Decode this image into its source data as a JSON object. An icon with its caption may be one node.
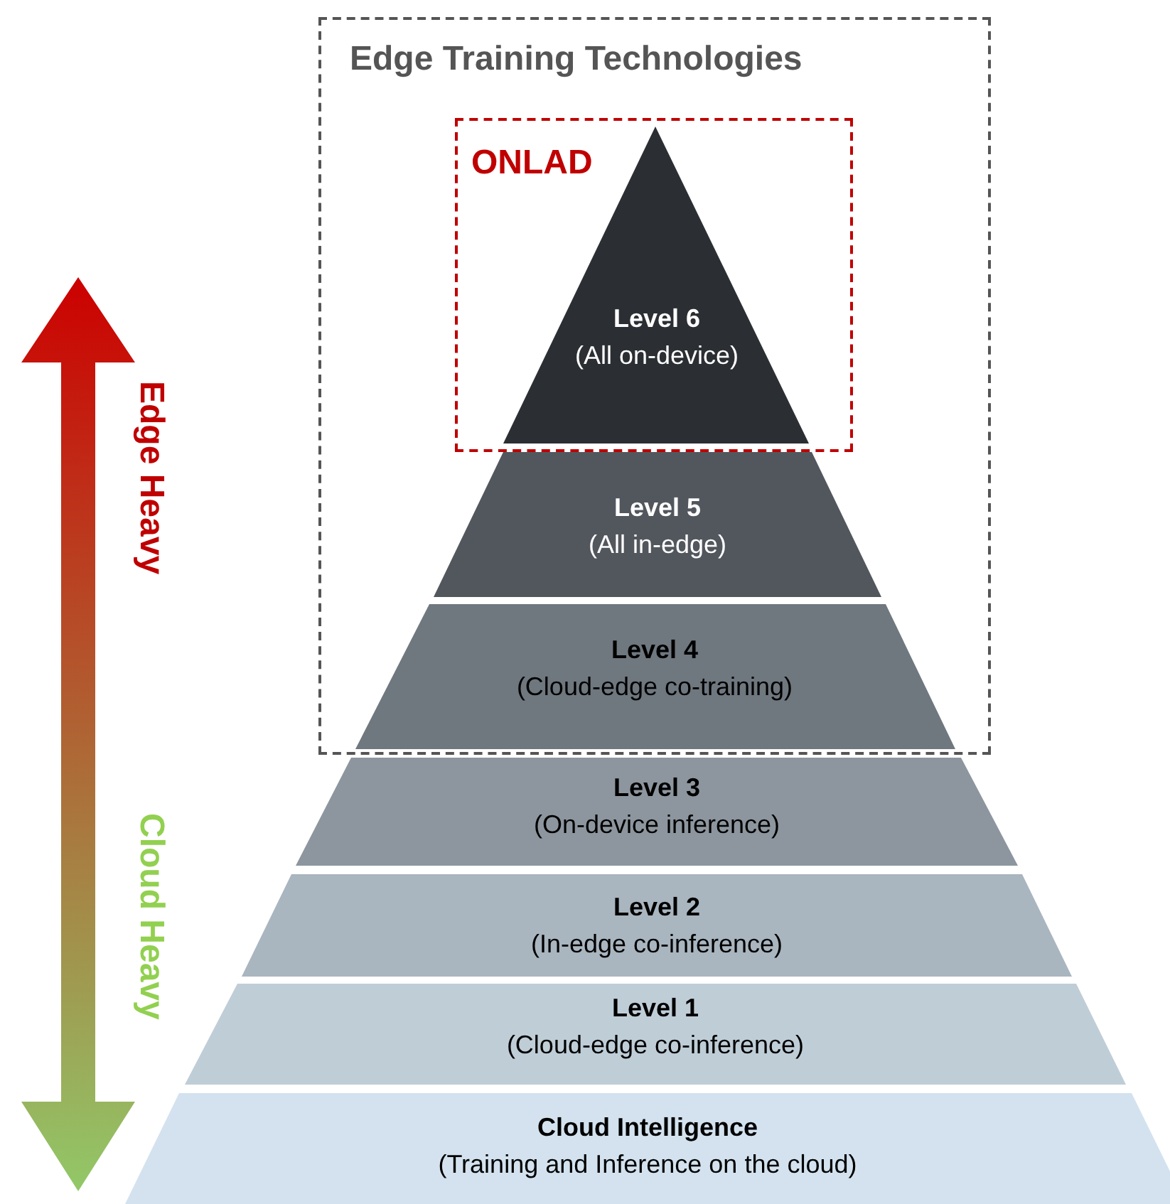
{
  "diagram": {
    "nodes": [
      {
        "text": [
          "Edge Training Technologies"
        ]
      },
      {
        "text": [
          "ONLAD"
        ],
        "in": 0
      },
      {
        "text": [
          "Level 6",
          "(All on-device)"
        ],
        "in": 1
      },
      {
        "text": [
          "Level 5",
          "(All in-edge)"
        ],
        "in": 0
      },
      {
        "text": [
          "Level 4",
          "(Cloud-edge co-training)"
        ],
        "in": 0
      },
      {
        "text": [
          "Level 3",
          "(On-device inference)"
        ]
      },
      {
        "text": [
          "Level 2",
          "(In-edge co-inference)"
        ]
      },
      {
        "text": [
          "Level 1",
          "(Cloud-edge co-inference)"
        ]
      },
      {
        "text": [
          "Cloud Intelligence",
          "(Training and Inference on the cloud)"
        ]
      }
    ],
    "labels": [
      "Edge Heavy",
      "Cloud Heavy"
    ]
  }
}
